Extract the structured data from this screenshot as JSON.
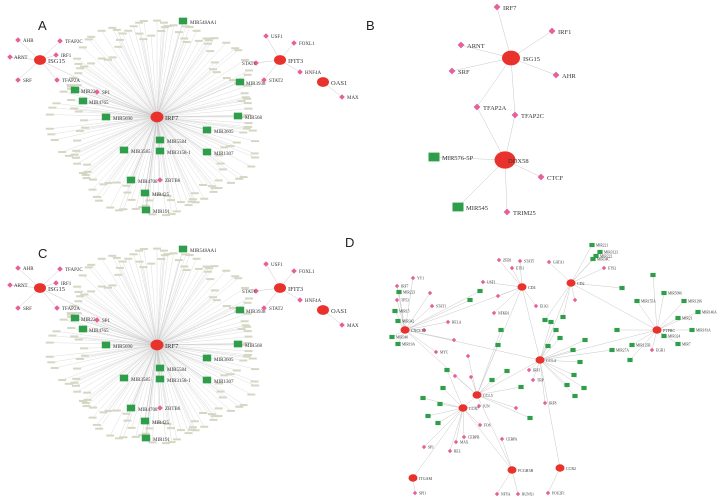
{
  "panels": {
    "A": {
      "letter": "A",
      "hub": "IRF7",
      "labels": {
        "ISG15": "ISG15",
        "AHR": "AHR",
        "ARNT": "ARNT",
        "TFAP2C": "TFAP2C",
        "IRF1": "IRF1",
        "SRF": "SRF",
        "TFAP2A": "TFAP2A",
        "MIR22": "MIR22",
        "MIR4765": "MIR4765",
        "SP1": "SP1",
        "MIR548AA1": "MIR548AA1",
        "MIR3938": "MIR3938",
        "MIR5690": "MIR5690",
        "MIR568": "MIR568",
        "MIR5584": "MIR5584",
        "MIR3605": "MIR3605",
        "MIR3585": "MIR3585",
        "MIR3158-1": "MIR3158-1",
        "MIR1307": "MIR1307",
        "MIR4708": "MIR4708",
        "ZBTB6": "ZBTB6",
        "MIR425": "MIR425",
        "MIR191": "MIR191",
        "USF1": "USF1",
        "FOXL1": "FOXL1",
        "STAT1": "STAT1",
        "IFIT3": "IFIT3",
        "HNF4A": "HNF4A",
        "STAT2": "STAT2",
        "OAS1": "OAS1",
        "MAX": "MAX"
      }
    },
    "B": {
      "letter": "B",
      "labels": {
        "IRF7": "IRF7",
        "ARNT": "ARNT",
        "IRF1": "IRF1",
        "SRF": "SRF",
        "ISG15": "ISG15",
        "AHR": "AHR",
        "TFAP2A": "TFAP2A",
        "TFAP2C": "TFAP2C",
        "MIR576-5P": "MIR576-5P",
        "DDX58": "DDX58",
        "CTCF": "CTCF",
        "MIR545": "MIR545",
        "TRIM25": "TRIM25"
      }
    },
    "C": {
      "letter": "C",
      "hub": "IRF7",
      "labels": {
        "ISG15": "ISG15",
        "AHR": "AHR",
        "ARNT": "ARNT",
        "TFAP2C": "TFAP2C",
        "IRF1": "IRF1",
        "SRF": "SRF",
        "TFAP2A": "TFAP2A",
        "MIR22": "MIR22",
        "MIR4765": "MIR4765",
        "SP1": "SP1",
        "MIR548AA1": "MIR548AA1",
        "MIR3938": "MIR3938",
        "MIR5690": "MIR5690",
        "MIR568": "MIR568",
        "MIR5584": "MIR5584",
        "MIR3605": "MIR3605",
        "MIR3585": "MIR3585",
        "MIR3158-1": "MIR3158-1",
        "MIR1307": "MIR1307",
        "MIR4708": "MIR4708",
        "ZBTB6": "ZBTB6",
        "MIR425": "MIR425",
        "MIR191": "MIR191",
        "USF1": "USF1",
        "FOXL1": "FOXL1",
        "STAT1": "STAT1",
        "IFIT3": "IFIT3",
        "HNF4A": "HNF4A",
        "STAT2": "STAT2",
        "OAS1": "OAS1",
        "MAX": "MAX"
      }
    },
    "D": {
      "letter": "D",
      "labels": {
        "CCL5": "CCL5",
        "CXCL10": "CXCL10",
        "CCR7": "CCR7",
        "CCL4": "CCL4",
        "PTPRC": "PTPRC",
        "CD4": "CD4",
        "CD2": "CD2",
        "CCR2": "CCR2",
        "FCGR3B": "FCGR3B",
        "ITGAM": "ITGAM",
        "MIR221": "MIR221",
        "MIR3123": "MIR3123",
        "MIR222": "MIR222",
        "ETS2": "ETS2",
        "MIR34C": "MIR34C",
        "MIR5096": "MIR5096",
        "MIR1296": "MIR1296",
        "MIR155A": "MIR155A",
        "MIR146A": "MIR146A",
        "MIR21": "MIR21",
        "MIR324": "MIR324",
        "MIR181A": "MIR181A",
        "MIR125B": "MIR125B",
        "MIR7": "MIR7",
        "MIR27A": "MIR27A",
        "MIR223": "MIR223",
        "MIR15": "MIR15",
        "MIR342": "MIR342",
        "MIR340": "MIR340",
        "MIR19A": "MIR19A",
        "NFKB1": "NFKB1",
        "RELA": "RELA",
        "STAT1": "STAT1",
        "IRF1": "IRF1",
        "JUN": "JUN",
        "FOS": "FOS",
        "SP1": "SP1",
        "USF1": "USF1",
        "CEBPB": "CEBPB",
        "CEBPA": "CEBPA",
        "IRF8": "IRF8",
        "MAX": "MAX",
        "REL": "REL",
        "SPI1": "SPI1",
        "EGR1": "EGR1",
        "TBP": "TBP",
        "RUNX1": "RUNX1",
        "NFYA": "NFYA",
        "POU2F1": "POU2F1",
        "ZEB1": "ZEB1",
        "ETS1": "ETS1",
        "STAT5": "STAT5",
        "GATA1": "GATA1",
        "ELK1": "ELK1",
        "IRF7": "IRF7",
        "YY1": "YY1",
        "TP53": "TP53",
        "MYC": "MYC"
      }
    }
  }
}
